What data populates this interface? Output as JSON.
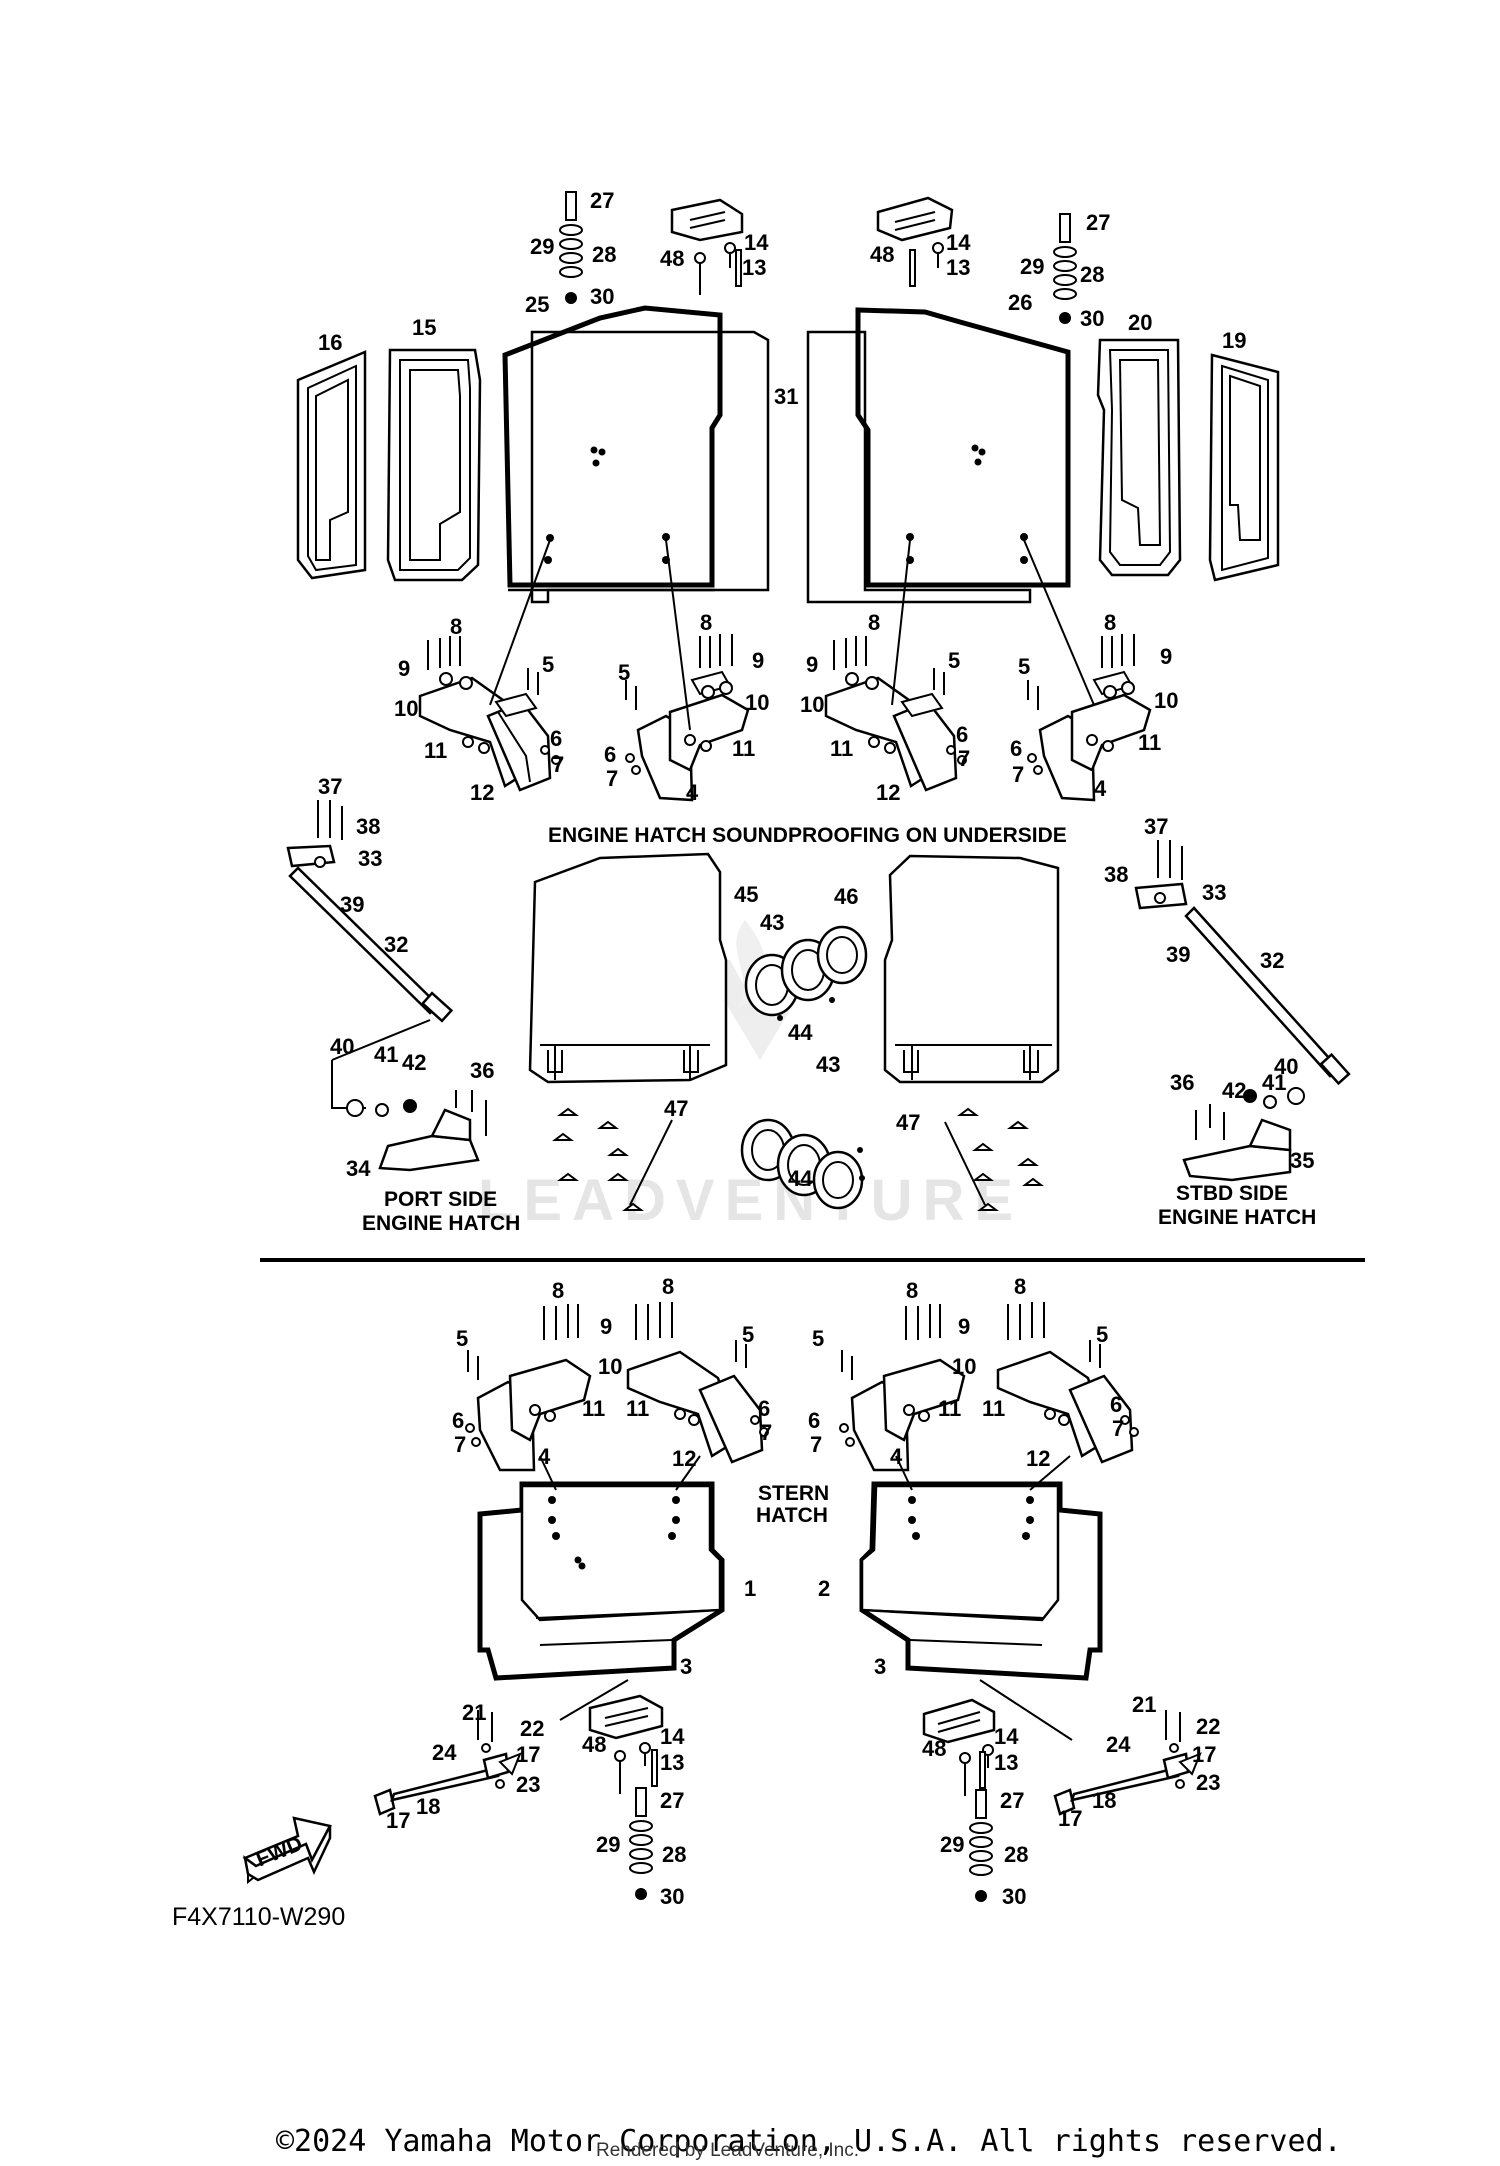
{
  "headings": {
    "engine_hatch": "ENGINE HATCH SOUNDPROOFING ON UNDERSIDE",
    "port_side_1": "PORT SIDE",
    "port_side_2": "ENGINE HATCH",
    "stbd_side_1": "STBD SIDE",
    "stbd_side_2": "ENGINE HATCH",
    "stern_1": "STERN",
    "stern_2": "HATCH",
    "fwd": "FWD"
  },
  "watermark": "LEADVENTURE",
  "diagram_code": "F4X7110-W290",
  "copyright": "©2024 Yamaha Motor Corporation, U.S.A. All rights reserved.",
  "rendered_by": "Rendered by LeadVenture, Inc.",
  "callouts": [
    "27",
    "29",
    "28",
    "30",
    "48",
    "14",
    "13",
    "25",
    "16",
    "15",
    "31",
    "26",
    "20",
    "19",
    "8",
    "9",
    "5",
    "10",
    "6",
    "7",
    "11",
    "12",
    "4",
    "37",
    "38",
    "33",
    "39",
    "32",
    "45",
    "46",
    "43",
    "44",
    "47",
    "36",
    "40",
    "41",
    "42",
    "34",
    "35",
    "1",
    "2",
    "3",
    "21",
    "22",
    "24",
    "17",
    "18",
    "23",
    "Stern"
  ]
}
